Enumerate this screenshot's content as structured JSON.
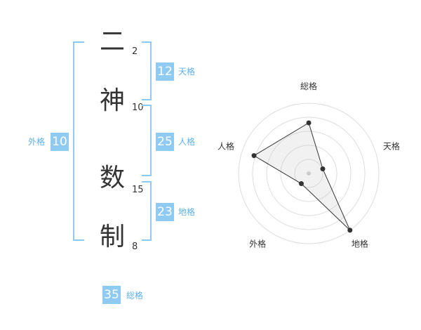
{
  "name": {
    "chars": [
      {
        "char": "二",
        "strokes": "2"
      },
      {
        "char": "神",
        "strokes": "10"
      },
      {
        "char": "数",
        "strokes": "15"
      },
      {
        "char": "制",
        "strokes": "8"
      }
    ]
  },
  "kakusu": {
    "tenkaku": {
      "value": "12",
      "label": "天格"
    },
    "jinkaku": {
      "value": "25",
      "label": "人格"
    },
    "chikaku": {
      "value": "23",
      "label": "地格"
    },
    "gaikaku": {
      "value": "10",
      "label": "外格"
    },
    "soukaku": {
      "value": "35",
      "label": "総格"
    }
  },
  "colors": {
    "accent": "#8fcaf3",
    "accent_text": "#5fb0ea"
  },
  "chart_data": {
    "type": "radar",
    "axes": [
      "総格",
      "天格",
      "地格",
      "外格",
      "人格"
    ],
    "series": [
      {
        "values": [
          0.72,
          0.21,
          1.0,
          0.18,
          0.82
        ]
      }
    ],
    "rlim": [
      0,
      1
    ],
    "grid_rings": 5
  }
}
